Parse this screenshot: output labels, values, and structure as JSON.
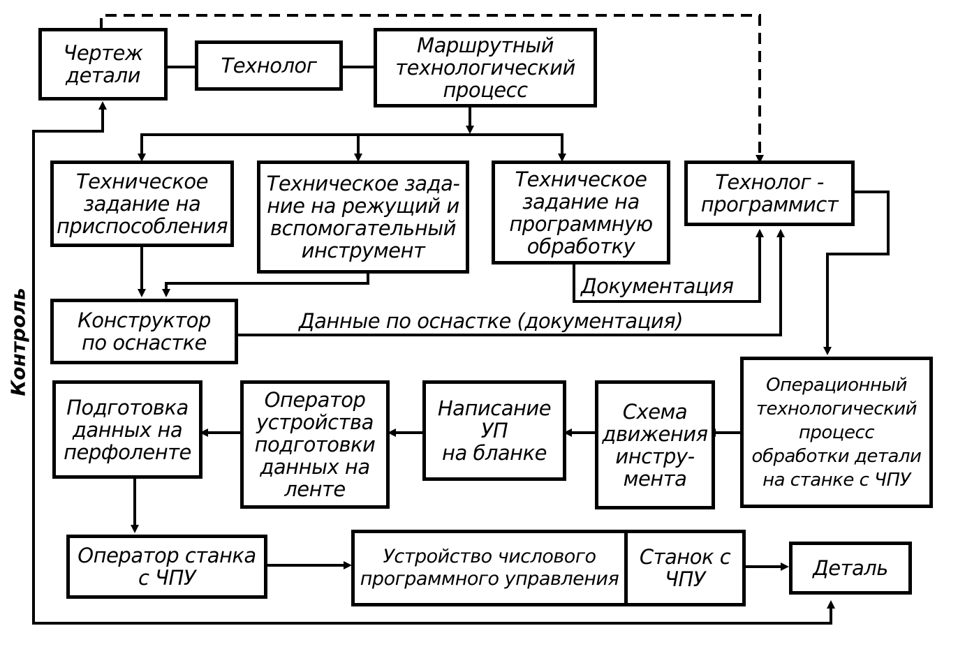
{
  "boxes": {
    "drawing": "Чертеж\nдетали",
    "technologist": "Технолог",
    "route_process": "Маршрутный\nтехнологический\nпроцесс",
    "task_fixtures": "Техническое\nзадание на\nприспособления",
    "task_tools": "Техническое зада-\nние на режущий и\nвспомогательный\nинструмент",
    "task_program": "Техническое\nзадание на\nпрограммную\nобработку",
    "tech_programmer": "Технолог -\nпрограммист",
    "fixture_designer": "Конструктор\nпо оснастке",
    "operational_process": "Операционный\nтехнологический\nпроцесс\nобработки детали\nна станке с ЧПУ",
    "tool_path": "Схема\nдвижения\nинстру-\nмента",
    "write_program": "Написание\nУП\nна бланке",
    "tape_operator": "Оператор\nустройства\nподготовки\nданных на\nленте",
    "tape_prep": "Подготовка\nданных на\nперфоленте",
    "machine_operator": "Оператор станка\nс ЧПУ",
    "cnc_device": "Устройство числового\nпрограммного управления",
    "cnc_machine": "Станок с\nЧПУ",
    "part": "Деталь"
  },
  "labels": {
    "documentation": "Документация",
    "fixture_data": "Данные по оснастке (документация)",
    "control": "Контроль"
  }
}
